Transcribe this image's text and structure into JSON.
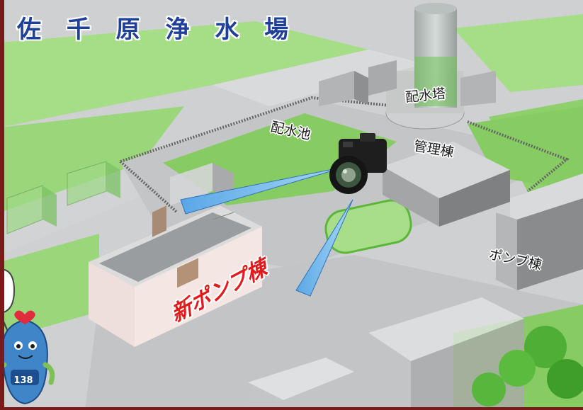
{
  "title": "佐 千 原 浄 水 場",
  "buildings": {
    "water_tower": "配水塔",
    "reservoir": "配水池",
    "admin_building": "管理棟",
    "pump_building": "ポンプ棟",
    "new_pump_building": "新ポンプ棟"
  },
  "mascot": {
    "badge_number": "138"
  },
  "icons": [
    "camera-icon",
    "mascot-character"
  ],
  "colors": {
    "title": "#1e3f9a",
    "new_pump_label": "#e21a1a",
    "lawn": "#8fd06d",
    "pavement": "#c9cacb",
    "frame": "#7a1a1a",
    "view_cone": "#6fb7ee"
  }
}
